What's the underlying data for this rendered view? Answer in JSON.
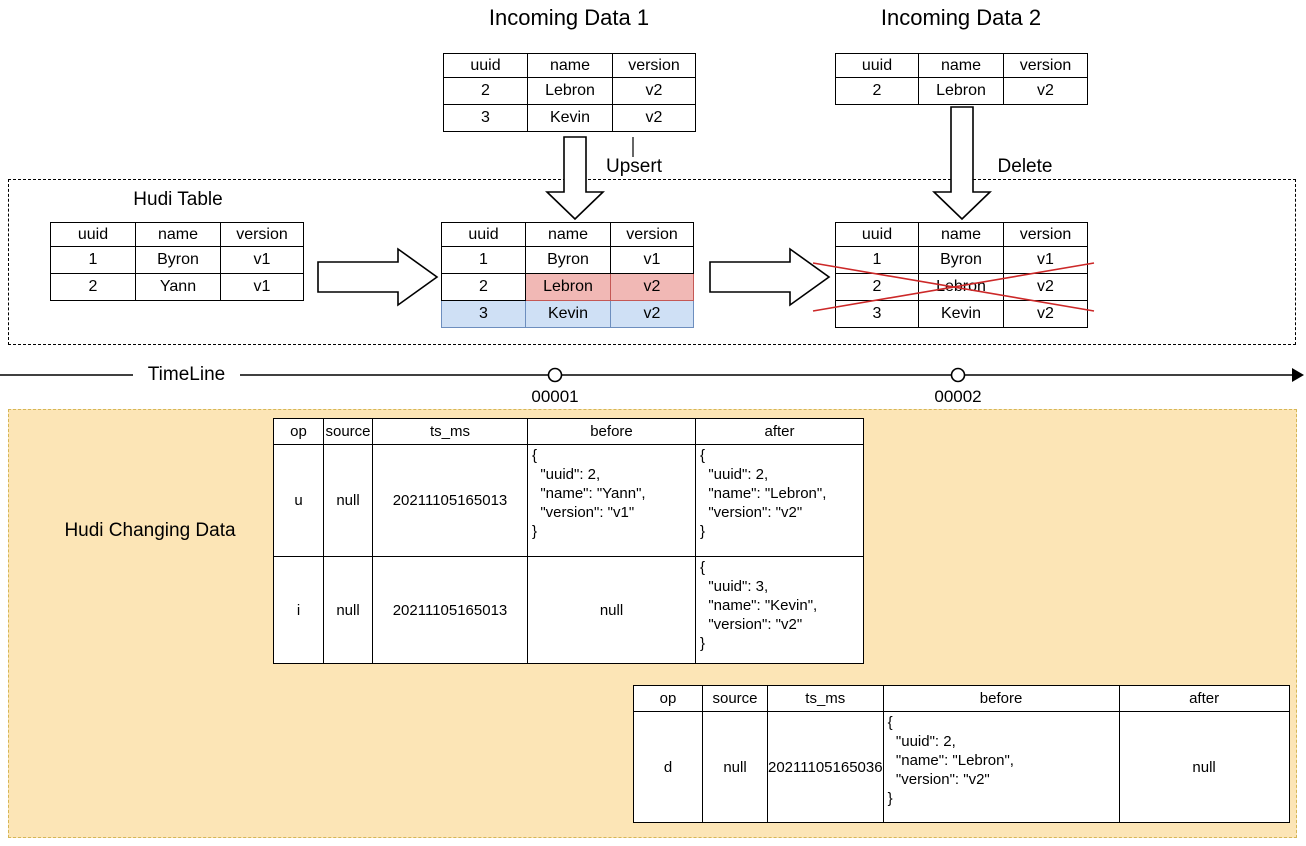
{
  "colors": {
    "red_fill": "#f1b8b5",
    "red_border": "#c45855",
    "blue_fill": "#cfe0f5",
    "blue_border": "#6d8ebe",
    "yellow_fill": "#fce5b6",
    "yellow_border": "#d6b656",
    "cross_red": "#cc2828"
  },
  "titles": {
    "incoming1": "Incoming Data 1",
    "incoming2": "Incoming Data 2",
    "hudi_table": "Hudi Table",
    "upsert": "Upsert",
    "delete": "Delete",
    "timeline": "TimeLine",
    "changing": "Hudi Changing Data"
  },
  "timeline": {
    "commits": [
      {
        "label": "00001"
      },
      {
        "label": "00002"
      }
    ]
  },
  "tables": {
    "incoming1": {
      "headers": [
        "uuid",
        "name",
        "version"
      ],
      "rows": [
        [
          "2",
          "Lebron",
          "v2"
        ],
        [
          "3",
          "Kevin",
          "v2"
        ]
      ]
    },
    "incoming2": {
      "headers": [
        "uuid",
        "name",
        "version"
      ],
      "rows": [
        [
          "2",
          "Lebron",
          "v2"
        ]
      ]
    },
    "hudi_before": {
      "headers": [
        "uuid",
        "name",
        "version"
      ],
      "rows": [
        [
          "1",
          "Byron",
          "v1"
        ],
        [
          "2",
          "Yann",
          "v1"
        ]
      ]
    },
    "hudi_after_upsert": {
      "headers": [
        "uuid",
        "name",
        "version"
      ],
      "rows": [
        [
          "1",
          "Byron",
          "v1"
        ],
        [
          "2",
          {
            "t": "Lebron",
            "s": "red"
          },
          {
            "t": "v2",
            "s": "red"
          }
        ],
        [
          {
            "t": "3",
            "s": "blue"
          },
          {
            "t": "Kevin",
            "s": "blue"
          },
          {
            "t": "v2",
            "s": "blue"
          }
        ]
      ]
    },
    "hudi_after_delete": {
      "headers": [
        "uuid",
        "name",
        "version"
      ],
      "rows": [
        [
          "1",
          "Byron",
          "v1"
        ],
        [
          "2",
          "Lebron",
          "v2"
        ],
        [
          "3",
          "Kevin",
          "v2"
        ]
      ]
    },
    "changelog1": {
      "headers": [
        "op",
        "source",
        "ts_ms",
        "before",
        "after"
      ],
      "rows": [
        [
          "u",
          "null",
          "20211105165013",
          {
            "t": "{\n  \"uuid\": 2,\n  \"name\": \"Yann\",\n  \"version\": \"v1\"\n}",
            "s": "json"
          },
          {
            "t": "{\n  \"uuid\": 2,\n  \"name\": \"Lebron\",\n  \"version\": \"v2\"\n}",
            "s": "json"
          }
        ],
        [
          "i",
          "null",
          "20211105165013",
          "null",
          {
            "t": "{\n  \"uuid\": 3,\n  \"name\": \"Kevin\",\n  \"version\": \"v2\"\n}",
            "s": "json"
          }
        ]
      ]
    },
    "changelog2": {
      "headers": [
        "op",
        "source",
        "ts_ms",
        "before",
        "after"
      ],
      "rows": [
        [
          "d",
          "null",
          "20211105165036",
          {
            "t": "{\n  \"uuid\": 2,\n  \"name\": \"Lebron\",\n  \"version\": \"v2\"\n}",
            "s": "json"
          },
          "null"
        ]
      ]
    }
  }
}
